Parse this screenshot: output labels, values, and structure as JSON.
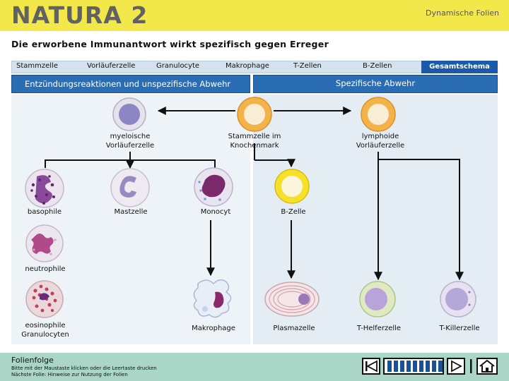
{
  "header": {
    "logo": "NATURA 2",
    "series_label": "Dynamische Folien"
  },
  "page_title": "Die erworbene Immunantwort wirkt spezifisch gegen Erreger",
  "nav": {
    "items": [
      "Stammzelle",
      "Vorläuferzelle",
      "Granulocyte",
      "Makrophage",
      "T-Zellen",
      "B-Zellen"
    ],
    "overview": "Gesamtschema"
  },
  "sections": {
    "left": "Entzündungsreaktionen und unspezifische Abwehr",
    "right": "Spezifische Abwehr"
  },
  "cells": {
    "myeloid": "myeloische Vorläuferzelle",
    "stem": "Stammzelle im Knochenmark",
    "lymphoid": "lymphoide Vorläuferzelle",
    "basophil": "basophile",
    "mast": "Mastzelle",
    "monocyte": "Monocyt",
    "bcell": "B-Zelle",
    "neutrophil": "neutrophile",
    "eosinophil": "eosinophile Granulocyten",
    "macrophage": "Makrophage",
    "plasma": "Plasmazelle",
    "thelper": "T-Helferzelle",
    "tkiller": "T-Killerzelle"
  },
  "footer": {
    "title": "Folienfolge",
    "line1": "Bitte mit der Maustaste klicken oder die Leertaste drucken",
    "line2": "Nächste Folie: Hinweise zur Nutzung der Folien"
  },
  "colors": {
    "header": "#f2e84a",
    "section_bar": "#2b6db3",
    "overview_button": "#1a5aa8",
    "footer": "#a9d6c7",
    "stem_cell": "#f4b24a",
    "b_cell": "#f7e02a",
    "basophil": "#9a3a8a",
    "monocyte": "#7a2a6a",
    "neutrophil": "#b04a8a",
    "eosinophil": "#c4405a"
  },
  "controls": {
    "first": "skip-first-icon",
    "prev": "prev-icon",
    "next": "next-icon",
    "last": "skip-last-icon",
    "home": "home-icon"
  }
}
